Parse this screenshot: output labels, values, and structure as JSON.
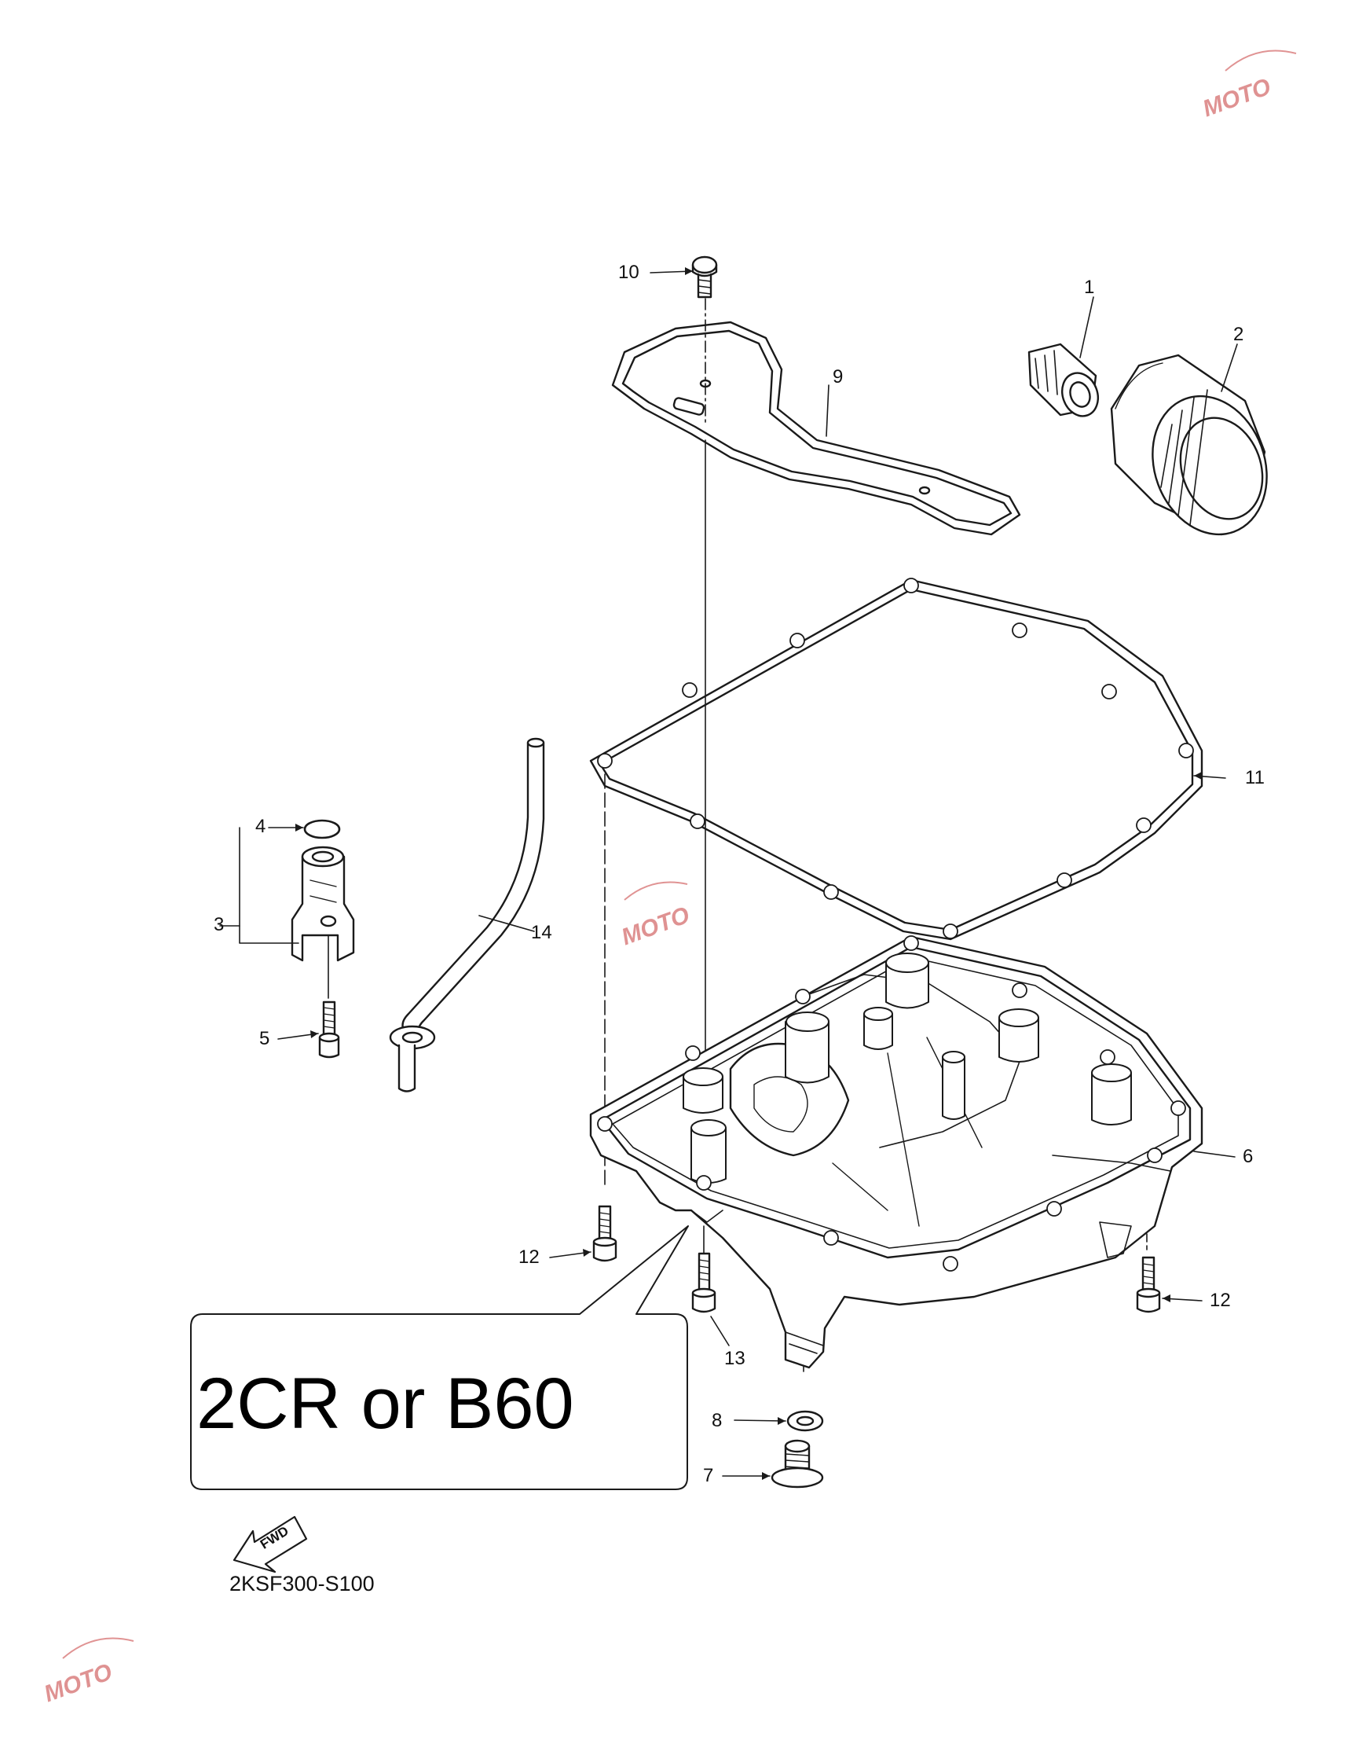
{
  "diagram": {
    "part_labels": [
      "1",
      "2",
      "3",
      "4",
      "5",
      "6",
      "7",
      "8",
      "9",
      "10",
      "11",
      "12",
      "12",
      "13",
      "14"
    ],
    "callout_text": "2CR or B60",
    "direction_marker": "FWD",
    "drawing_code": "2KSF300-S100",
    "watermark": "MOTO",
    "line_color": "#1a1a1a",
    "watermark_color": "#c63a3a"
  }
}
